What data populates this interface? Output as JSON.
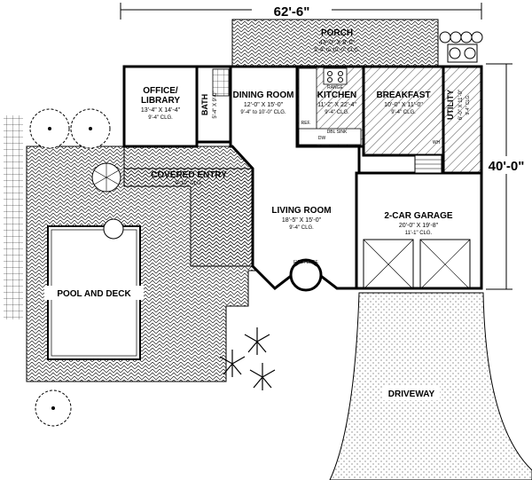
{
  "dimensions": {
    "width_label": "62'-6\"",
    "depth_label": "40'-0\""
  },
  "rooms": {
    "porch": {
      "name": "PORCH",
      "size": "43'-0\" X 8'-0\"",
      "ceiling": "9'-4\" to 10'-0\" CLG."
    },
    "office": {
      "name1": "OFFICE/",
      "name2": "LIBRARY",
      "size": "13'-4\" X 14'-4\"",
      "ceiling": "9'-4\" CLG."
    },
    "bath": {
      "name": "BATH",
      "size": "5'-4\" X 9'-0\""
    },
    "dining": {
      "name": "DINING ROOM",
      "size": "12'-0\" X 15'-0\"",
      "ceiling": "9'-4\" to 10'-0\" CLG."
    },
    "kitchen": {
      "name": "KITCHEN",
      "size": "11'-2\" X 22'-4\"",
      "ceiling": "9'-4\" CLG."
    },
    "breakfast": {
      "name": "BREAKFAST",
      "size": "10'-0\" X 11'-0\"",
      "ceiling": "9'-4\" CLG."
    },
    "utility": {
      "name": "UTILITY",
      "size": "6'-0\" X 11'-0\"",
      "ceiling": "9'-4\" CLG."
    },
    "covered_entry": {
      "name": "COVERED ENTRY",
      "ceiling": "9'-10\" CLG."
    },
    "living": {
      "name": "LIVING ROOM",
      "size": "18'-5\" X 15'-0\"",
      "ceiling": "9'-4\" CLG."
    },
    "garage": {
      "name": "2-CAR GARAGE",
      "size": "20'-0\" X 19'-8\"",
      "ceiling": "11'-1\" CLG."
    },
    "pool": {
      "name": "POOL AND DECK"
    },
    "driveway": {
      "name": "DRIVEWAY"
    }
  },
  "fixtures": {
    "range": "RANGE",
    "fireplace": "FIREPLACE",
    "ref": "REF.",
    "dw": "DW",
    "sink": "DBL SINK",
    "wh": "WH"
  },
  "colors": {
    "line": "#000000",
    "background": "#ffffff",
    "hatch": "#000000"
  }
}
